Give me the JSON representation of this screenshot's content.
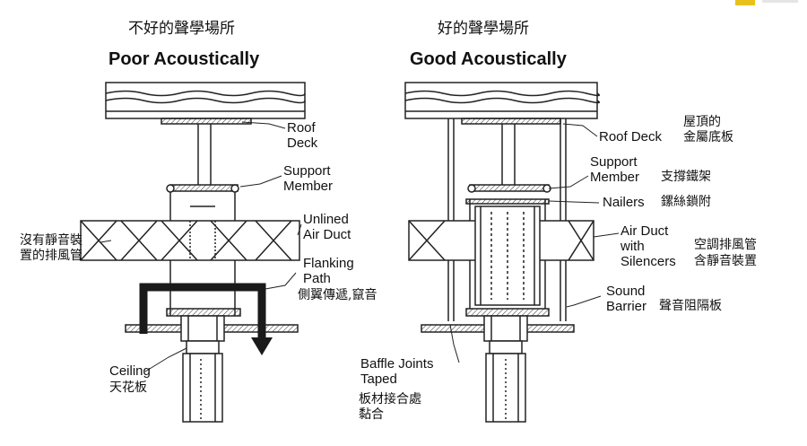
{
  "left": {
    "title_zh": "不好的聲學場所",
    "title_en": "Poor Acoustically",
    "labels": {
      "roof_deck": [
        "Roof",
        "Deck"
      ],
      "support_member": [
        "Support",
        "Member"
      ],
      "unlined_air_duct": [
        "Unlined",
        "Air Duct"
      ],
      "unlined_zh": [
        "沒有靜音裝",
        "置的排風管"
      ],
      "flanking_path": [
        "Flanking",
        "Path"
      ],
      "flanking_zh": "側翼傳遞,竄音",
      "ceiling": "Ceiling",
      "ceiling_zh": "天花板"
    }
  },
  "right": {
    "title_zh": "好的聲學場所",
    "title_en": "Good Acoustically",
    "labels": {
      "roof_deck": "Roof Deck",
      "roof_deck_zh": [
        "屋頂的",
        "金屬底板"
      ],
      "support_member": [
        "Support",
        "Member"
      ],
      "support_zh": "支撐鐵架",
      "nailers": "Nailers",
      "nailers_zh": "鏍絲鎖附",
      "air_duct": [
        "Air Duct",
        "with",
        "Silencers"
      ],
      "air_duct_zh": [
        "空調排風管",
        "含靜音裝置"
      ],
      "sound_barrier": [
        "Sound",
        "Barrier"
      ],
      "sound_barrier_zh": "聲音阻隔板",
      "baffle_joints": [
        "Baffle Joints",
        "Taped"
      ],
      "baffle_zh": [
        "板材接合處",
        "黏合"
      ]
    }
  },
  "colors": {
    "line": "#222222",
    "ink": "#111111",
    "flank": "#1a1a1a",
    "corner": "#e8c21a"
  }
}
